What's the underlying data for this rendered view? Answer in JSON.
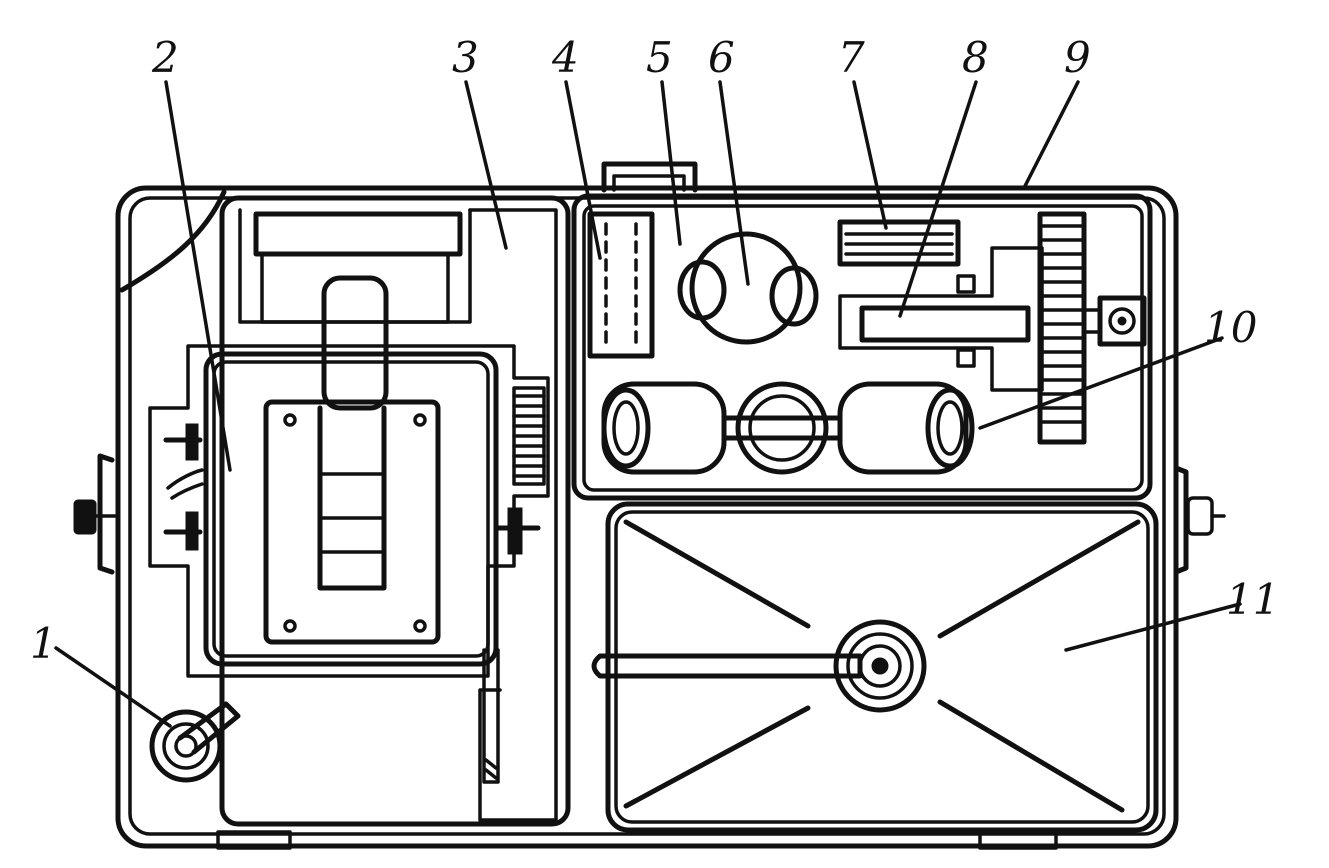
{
  "figure": {
    "callouts": [
      {
        "id": "c1",
        "text": "1"
      },
      {
        "id": "c2",
        "text": "2"
      },
      {
        "id": "c3",
        "text": "3"
      },
      {
        "id": "c4",
        "text": "4"
      },
      {
        "id": "c5",
        "text": "5"
      },
      {
        "id": "c6",
        "text": "6"
      },
      {
        "id": "c7",
        "text": "7"
      },
      {
        "id": "c8",
        "text": "8"
      },
      {
        "id": "c9",
        "text": "9"
      },
      {
        "id": "c10",
        "text": "10"
      },
      {
        "id": "c11",
        "text": "11"
      }
    ],
    "colors": {
      "ink": "#111111",
      "paper": "#ffffff"
    }
  }
}
